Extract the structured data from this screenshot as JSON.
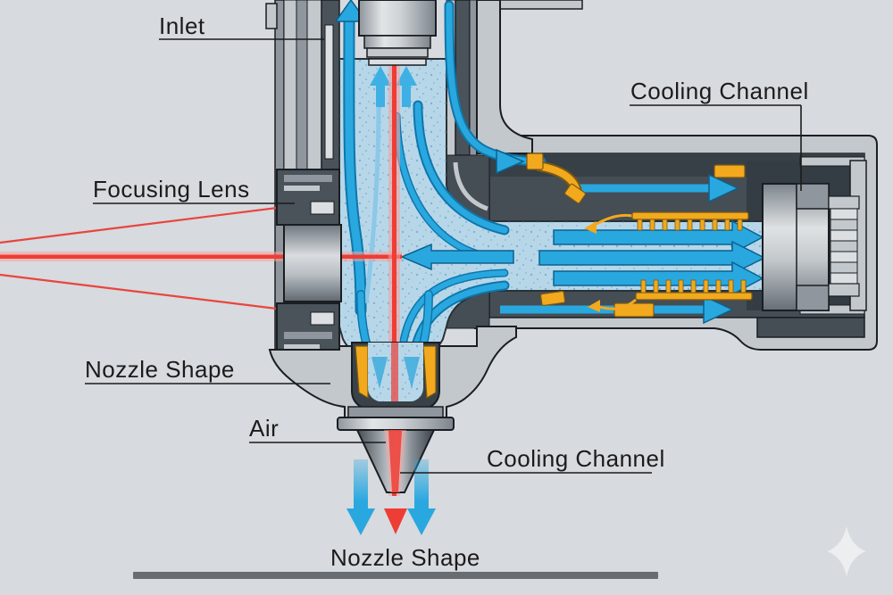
{
  "meta": {
    "description": "Cross-section technical diagram of a laser cutting head showing gas inlet, focusing lens, cooling channels and nozzle shape"
  },
  "labels": {
    "inlet": "Inlet",
    "cooling_channel_top": "Cooling Channel",
    "focusing_lens": "Focusing Lens",
    "nozzle_shape_left": "Nozzle Shape",
    "air": "Air",
    "cooling_channel_bottom": "Cooling Channel",
    "nozzle_shape_bottom": "Nozzle Shape"
  },
  "colors": {
    "background": "#d7dade",
    "casing_light": "#c3c8cd",
    "casing_lighter": "#dcdfe2",
    "casing_mid": "#8f969d",
    "casing_dark": "#4a525a",
    "interior_dark": "#454d55",
    "interior_deep": "#373f47",
    "chamber_blue": "#b7d7e9",
    "flow_blue": "#29a8e0",
    "flow_blue_dark": "#0e76ab",
    "accent_orange": "#f2a91e",
    "laser_red": "#ee3d35",
    "laser_glow": "#f8a09a",
    "outline": "#1a1e22",
    "label_text": "#1b1b1b",
    "leader_line": "#1b1b1b",
    "bottom_bar": "#686d73",
    "watermark": "#eceef0"
  },
  "icons": {
    "watermark": "sparkle-icon"
  }
}
